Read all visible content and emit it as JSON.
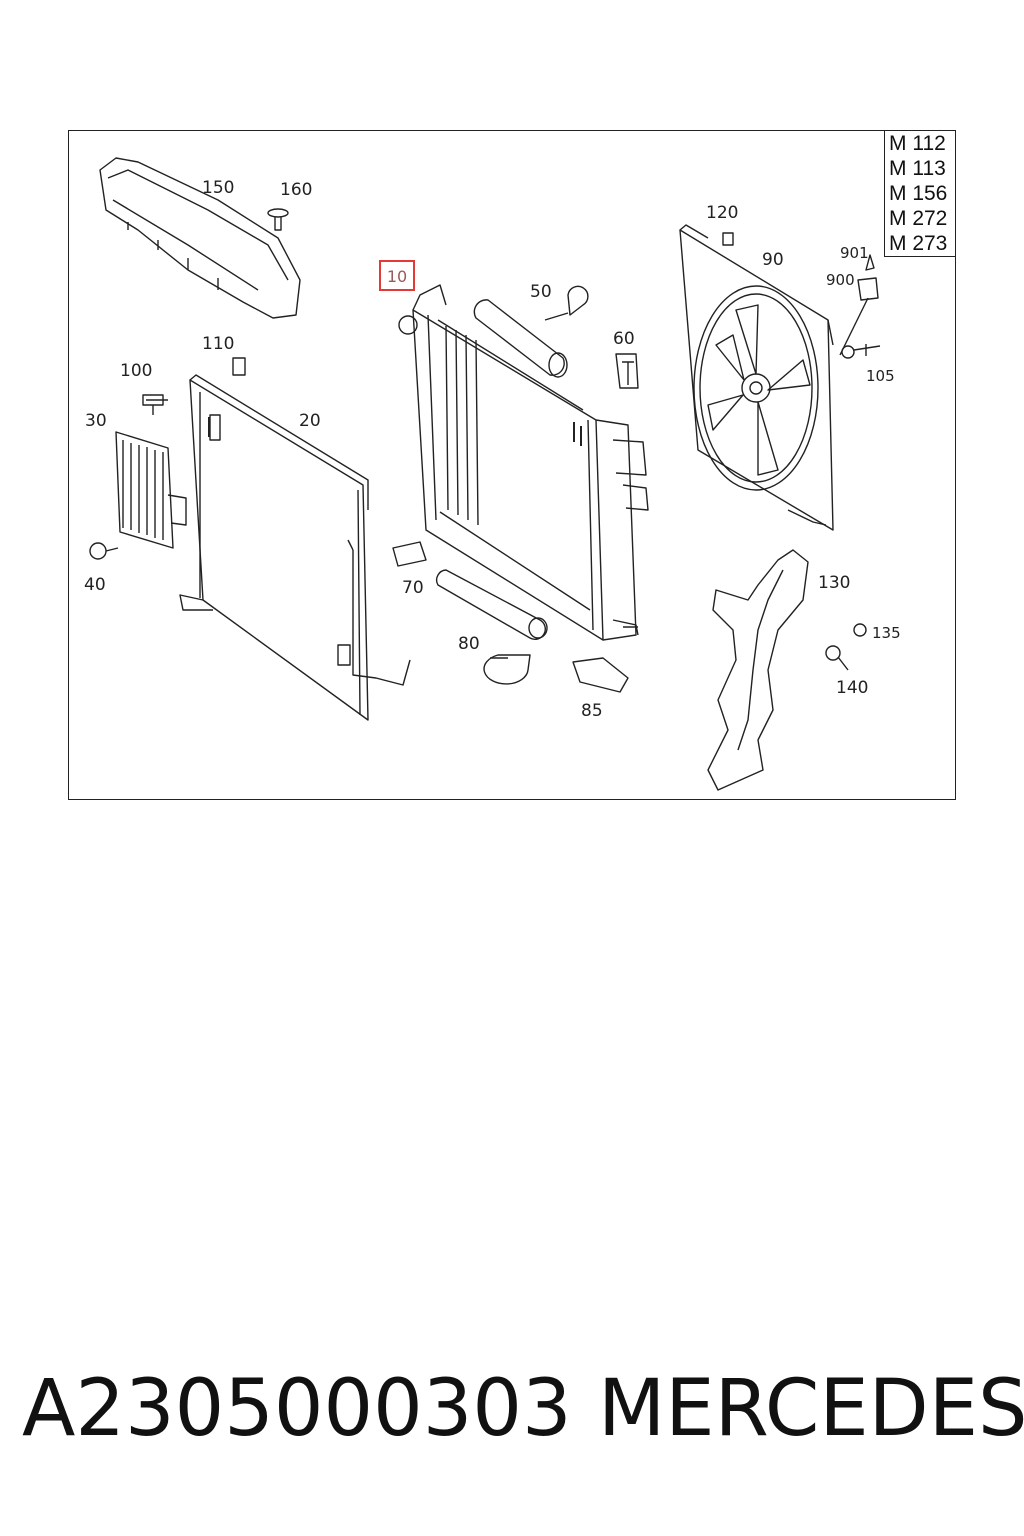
{
  "diagram": {
    "engine_codes": [
      "M 112",
      "M 113",
      "M 156",
      "M 272",
      "M 273"
    ],
    "highlighted_part": "10",
    "callouts": {
      "p150": "150",
      "p160": "160",
      "p120": "120",
      "p90": "90",
      "p901": "901",
      "p900": "900",
      "p50": "50",
      "p60": "60",
      "p110": "110",
      "p100": "100",
      "p105": "105",
      "p30": "30",
      "p20": "20",
      "p40": "40",
      "p70": "70",
      "p130": "130",
      "p135": "135",
      "p80": "80",
      "p140": "140",
      "p85": "85"
    }
  },
  "footer": {
    "part_number": "A2305000303",
    "brand": "MERCEDES"
  }
}
